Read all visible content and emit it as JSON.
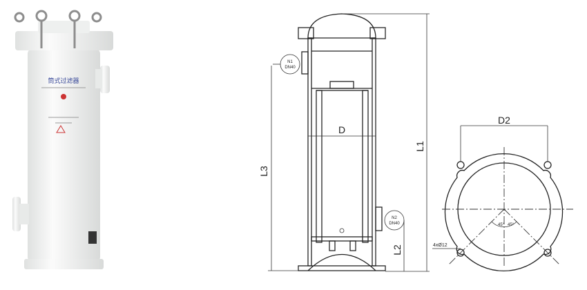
{
  "product_photo": {
    "label_text": "筒式过滤器",
    "body_color": "#f4f5f4",
    "bolt_color": "#9a9a9a"
  },
  "section_drawing": {
    "inlet": {
      "name": "N1",
      "size": "DN40"
    },
    "outlet": {
      "name": "N2",
      "size": "DN40"
    },
    "dim_diameter": "D",
    "dim_total_height": "L1",
    "dim_outlet_height": "L2",
    "dim_inlet_height": "L3"
  },
  "flange_drawing": {
    "dim_bolt_spacing": "D2",
    "bolt_holes": "4xØ12",
    "angle_left": "45°",
    "angle_right": "45°"
  }
}
